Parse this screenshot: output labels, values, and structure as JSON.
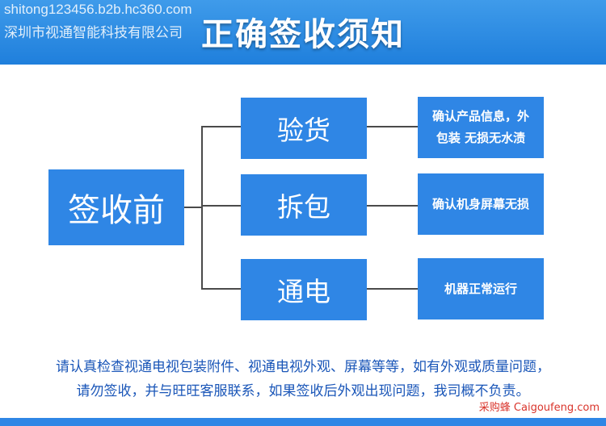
{
  "header": {
    "title": "正确签收须知",
    "watermark_line1": "shitong123456.b2b.hc360.com",
    "watermark_line2": "深圳市视通智能科技有限公司"
  },
  "diagram": {
    "root": "签收前",
    "steps": [
      {
        "label": "验货",
        "detail_lines": [
          "确认产品信息，外",
          "包装 无损无水渍"
        ]
      },
      {
        "label": "拆包",
        "detail_lines": [
          "确认机身屏幕无损"
        ]
      },
      {
        "label": "通电",
        "detail_lines": [
          "机器正常运行"
        ]
      }
    ]
  },
  "notice": {
    "line1": "请认真检查视通电视包装附件、视通电视外观、屏幕等等，如有外观或质量问题，",
    "line2": "请勿签收，并与旺旺客服联系，如果签收后外观出现问题，我司概不负责。"
  },
  "credit": "采购蜂 Caigoufeng.com",
  "colors": {
    "banner": "#2f86e5",
    "box": "#2f86e5",
    "notice_text": "#1a56b8",
    "credit_text": "#d9342b"
  }
}
